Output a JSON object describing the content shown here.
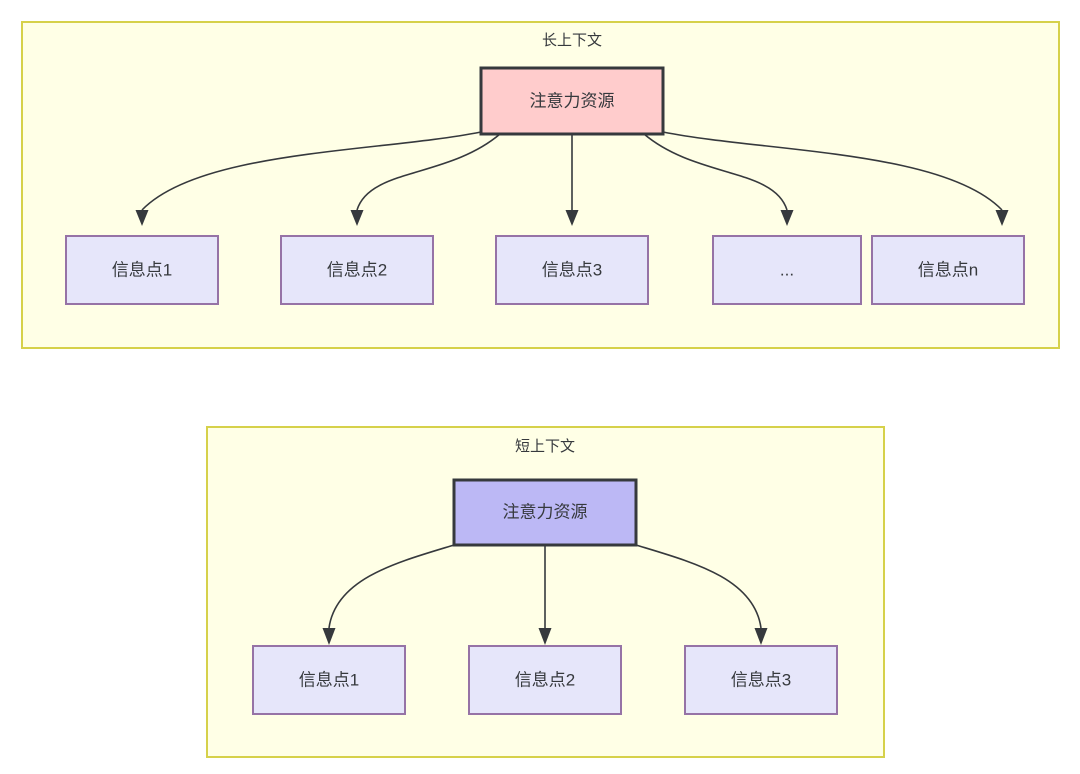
{
  "diagram": {
    "type": "hierarchy-comparison",
    "background_color": "#ffffff",
    "palette": {
      "container_fill": "#ffffe6",
      "container_stroke": "#d6d14a",
      "root_long_fill": "#ffcccc",
      "root_short_fill": "#bcb8f5",
      "root_stroke": "#36393d",
      "leaf_fill": "#e6e6fa",
      "leaf_stroke": "#9673a6",
      "edge_color": "#36393d",
      "text_color": "#36393d"
    },
    "sections": [
      {
        "id": "long-context",
        "title": "长上下文",
        "root": {
          "label": "注意力资源",
          "style": "accent-red"
        },
        "leaves": [
          {
            "label": "信息点1"
          },
          {
            "label": "信息点2"
          },
          {
            "label": "信息点3"
          },
          {
            "label": "..."
          },
          {
            "label": "信息点n"
          }
        ]
      },
      {
        "id": "short-context",
        "title": "短上下文",
        "root": {
          "label": "注意力资源",
          "style": "accent-blue"
        },
        "leaves": [
          {
            "label": "信息点1"
          },
          {
            "label": "信息点2"
          },
          {
            "label": "信息点3"
          }
        ]
      }
    ]
  }
}
